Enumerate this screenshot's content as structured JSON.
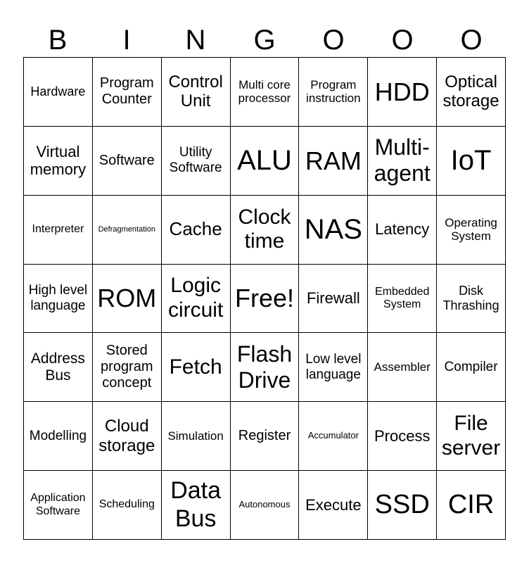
{
  "header": [
    "B",
    "I",
    "N",
    "G",
    "O",
    "O",
    "O"
  ],
  "rows": [
    [
      "Hardware",
      "Program Counter",
      "Control Unit",
      "Multi core processor",
      "Program instruction",
      "HDD",
      "Optical storage"
    ],
    [
      "Virtual memory",
      "Software",
      "Utility Software",
      "ALU",
      "RAM",
      "Multi-agent",
      "IoT"
    ],
    [
      "Interpreter",
      "Defragmentation",
      "Cache",
      "Clock time",
      "NAS",
      "Latency",
      "Operating System"
    ],
    [
      "High level language",
      "ROM",
      "Logic circuit",
      "Free!",
      "Firewall",
      "Embedded System",
      "Disk Thrashing"
    ],
    [
      "Address Bus",
      "Stored program concept",
      "Fetch",
      "Flash Drive",
      "Low level language",
      "Assembler",
      "Compiler"
    ],
    [
      "Modelling",
      "Cloud storage",
      "Simulation",
      "Register",
      "Accumulator",
      "Process",
      "File server"
    ],
    [
      "Application Software",
      "Scheduling",
      "Data Bus",
      "Autonomous",
      "Execute",
      "SSD",
      "CIR"
    ]
  ]
}
